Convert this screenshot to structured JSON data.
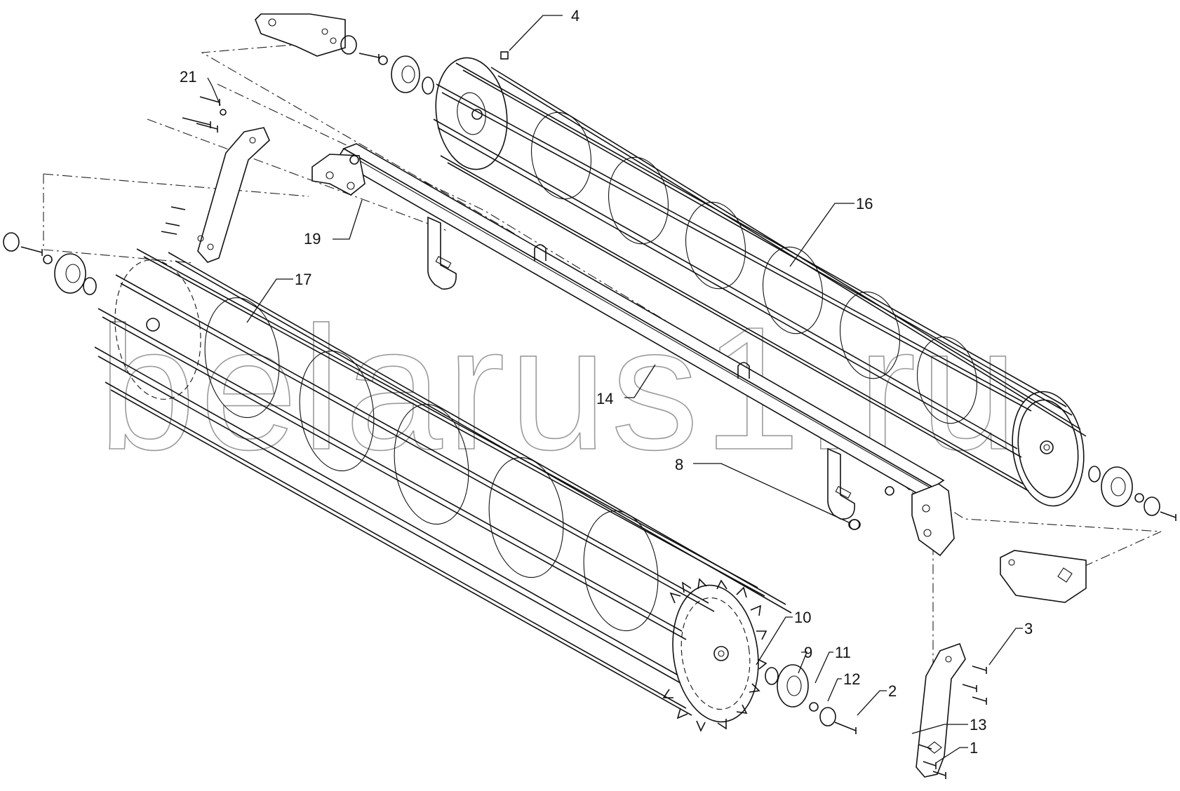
{
  "watermark": "belarus1.ru",
  "callouts": {
    "c1": "1",
    "c2": "2",
    "c3": "3",
    "c4": "4",
    "c8": "8",
    "c9": "9",
    "c10": "10",
    "c11": "11",
    "c12": "12",
    "c13": "13",
    "c14": "14",
    "c16": "16",
    "c17": "17",
    "c19": "19",
    "c21": "21"
  }
}
